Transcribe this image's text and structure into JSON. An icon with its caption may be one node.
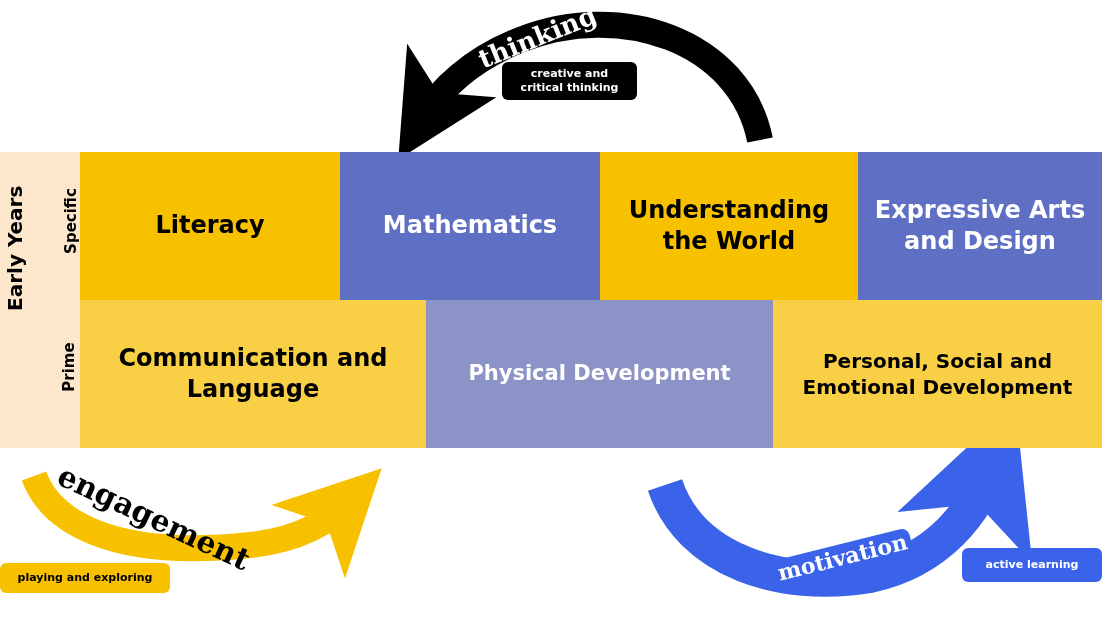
{
  "diagram": {
    "nodes": [
      {
        "text": [
          "Early Years"
        ]
      },
      {
        "text": [
          "Literacy"
        ]
      },
      {
        "text": [
          "Mathematics"
        ]
      },
      {
        "text": [
          "Understanding the World"
        ]
      },
      {
        "text": [
          "Expressive Arts and Design"
        ]
      },
      {
        "text": [
          "Communication and Language"
        ]
      },
      {
        "text": [
          "Physical Development"
        ]
      },
      {
        "text": [
          "Personal, Social and Emotional Development"
        ]
      },
      {
        "text": [
          "creative and critical thinking"
        ]
      },
      {
        "text": [
          "playing and exploring"
        ]
      },
      {
        "text": [
          "active learning"
        ]
      }
    ],
    "labels": [
      "thinking",
      "Specific",
      "Prime",
      "engagement",
      "motivation"
    ]
  }
}
